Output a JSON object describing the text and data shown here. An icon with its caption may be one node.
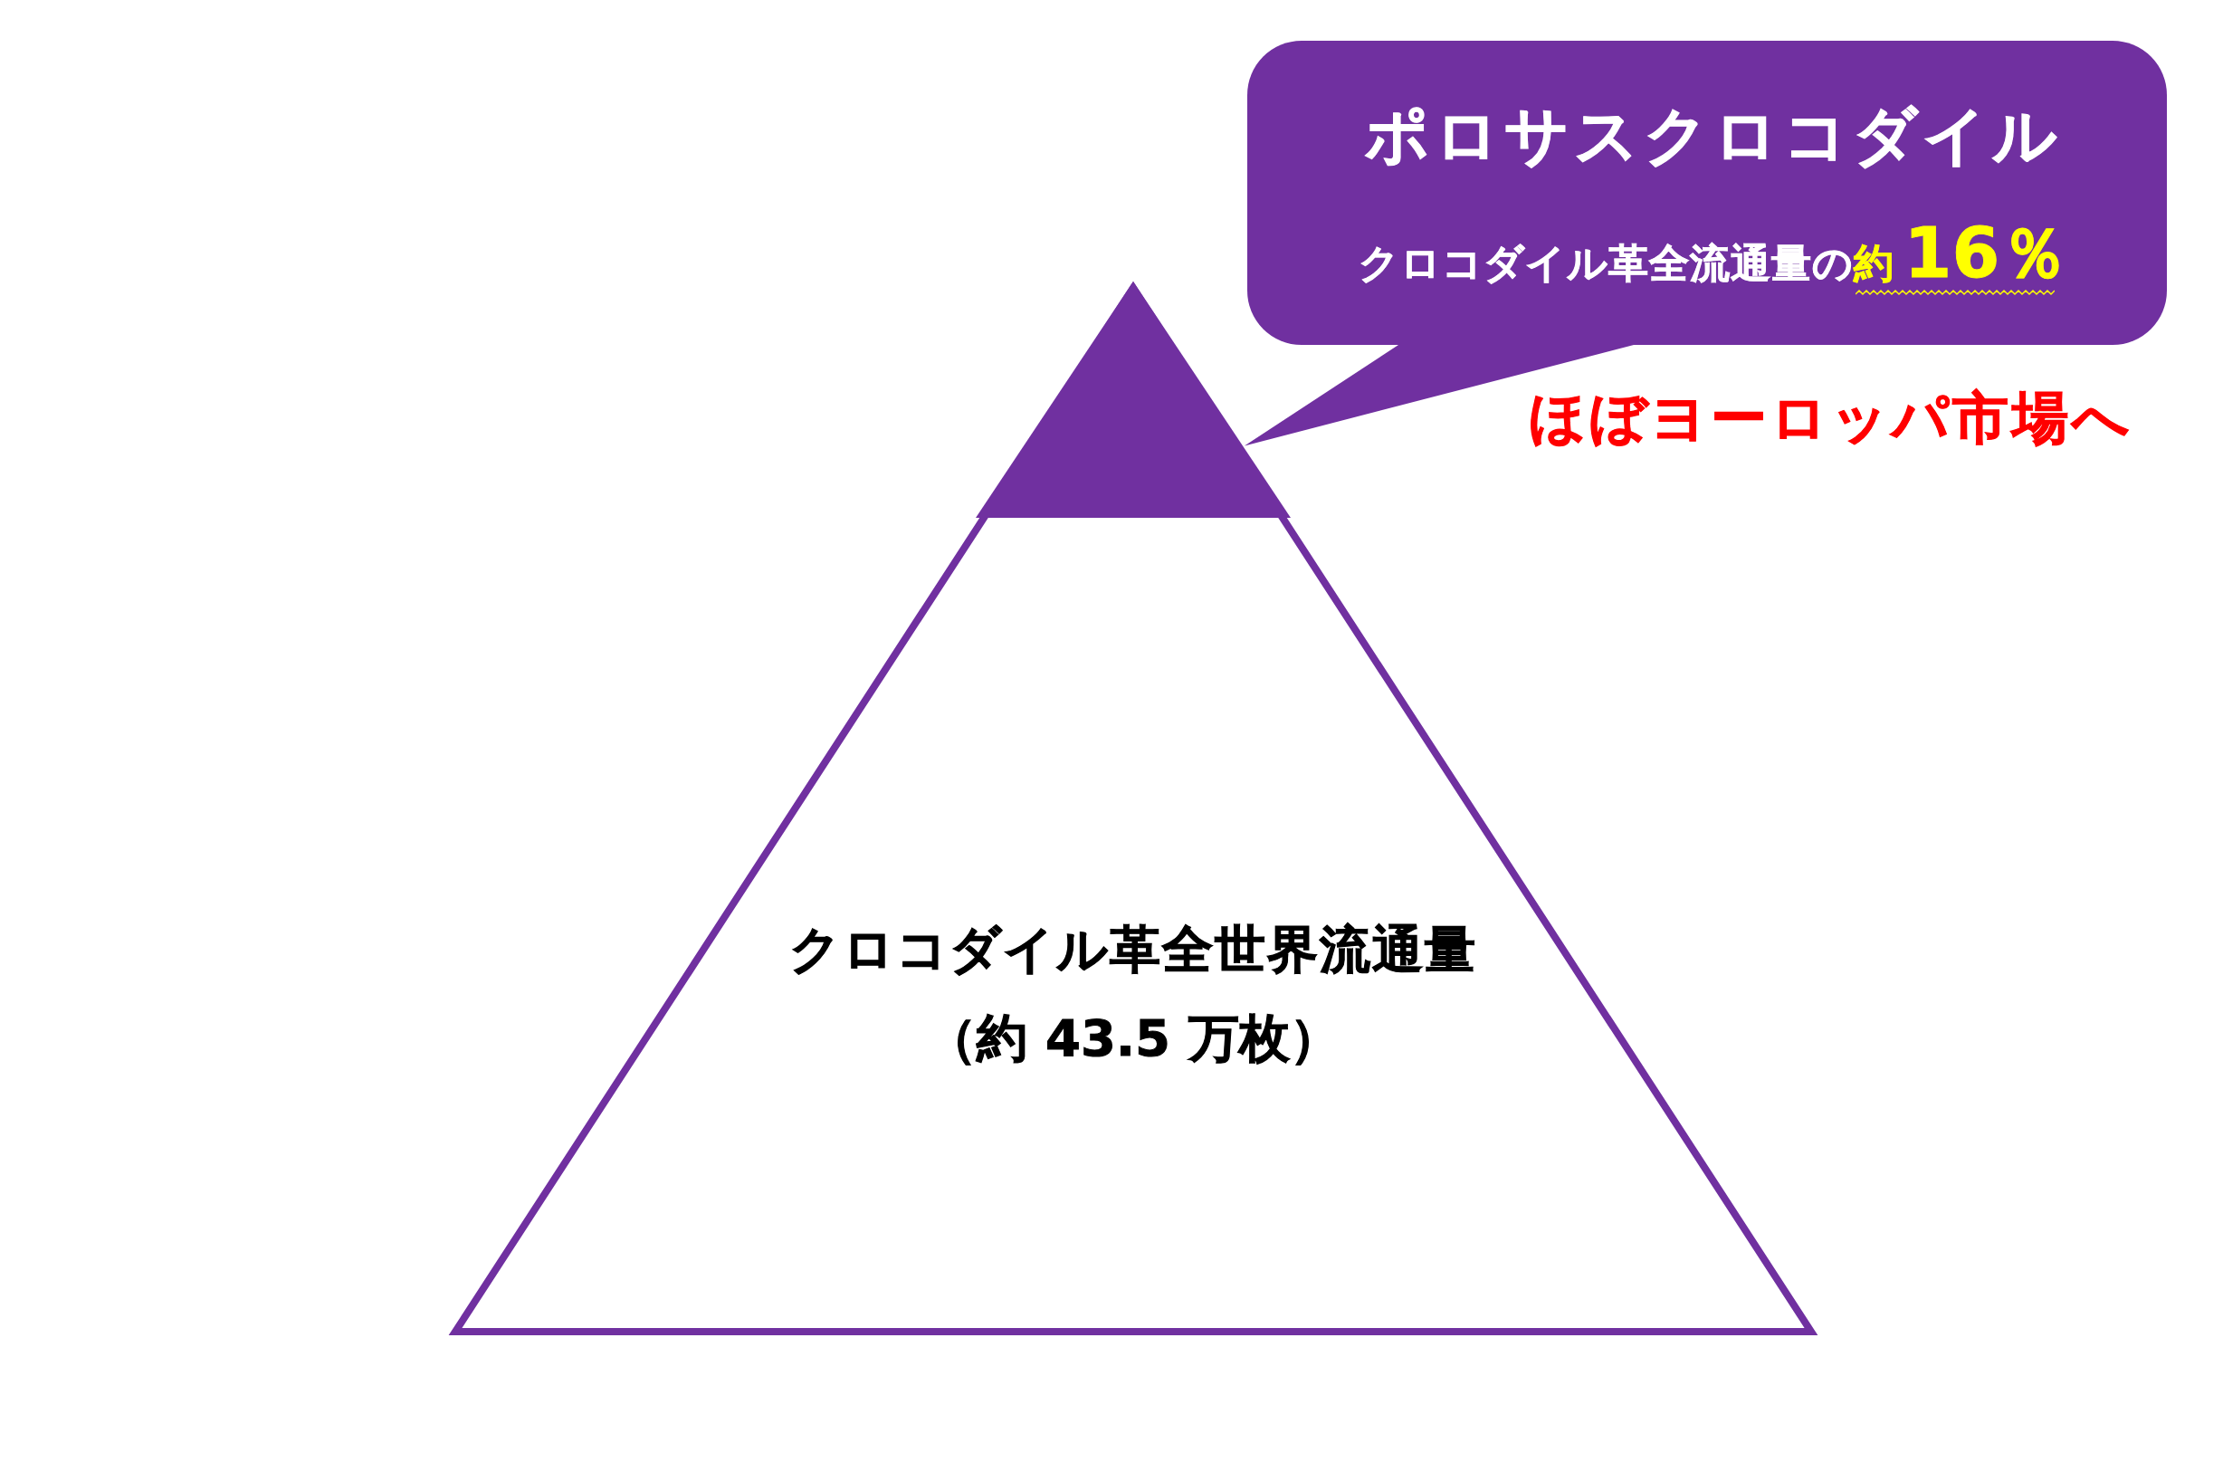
{
  "diagram": {
    "nodes": [
      {
        "text": [
          "クロコダイル革全世界流通量",
          "（約 43.5 万枚）"
        ]
      },
      {
        "text": [],
        "shape": "triangle",
        "in": 0
      },
      {
        "text": [
          "ポロサスクロコダイル",
          "クロコダイル革全流通量の",
          "約",
          "16％"
        ],
        "beside": [
          "ほぼヨーロッパ市場へ"
        ]
      }
    ],
    "edges": [
      {
        "from": 2,
        "to": 1,
        "arrow": "none"
      }
    ]
  }
}
